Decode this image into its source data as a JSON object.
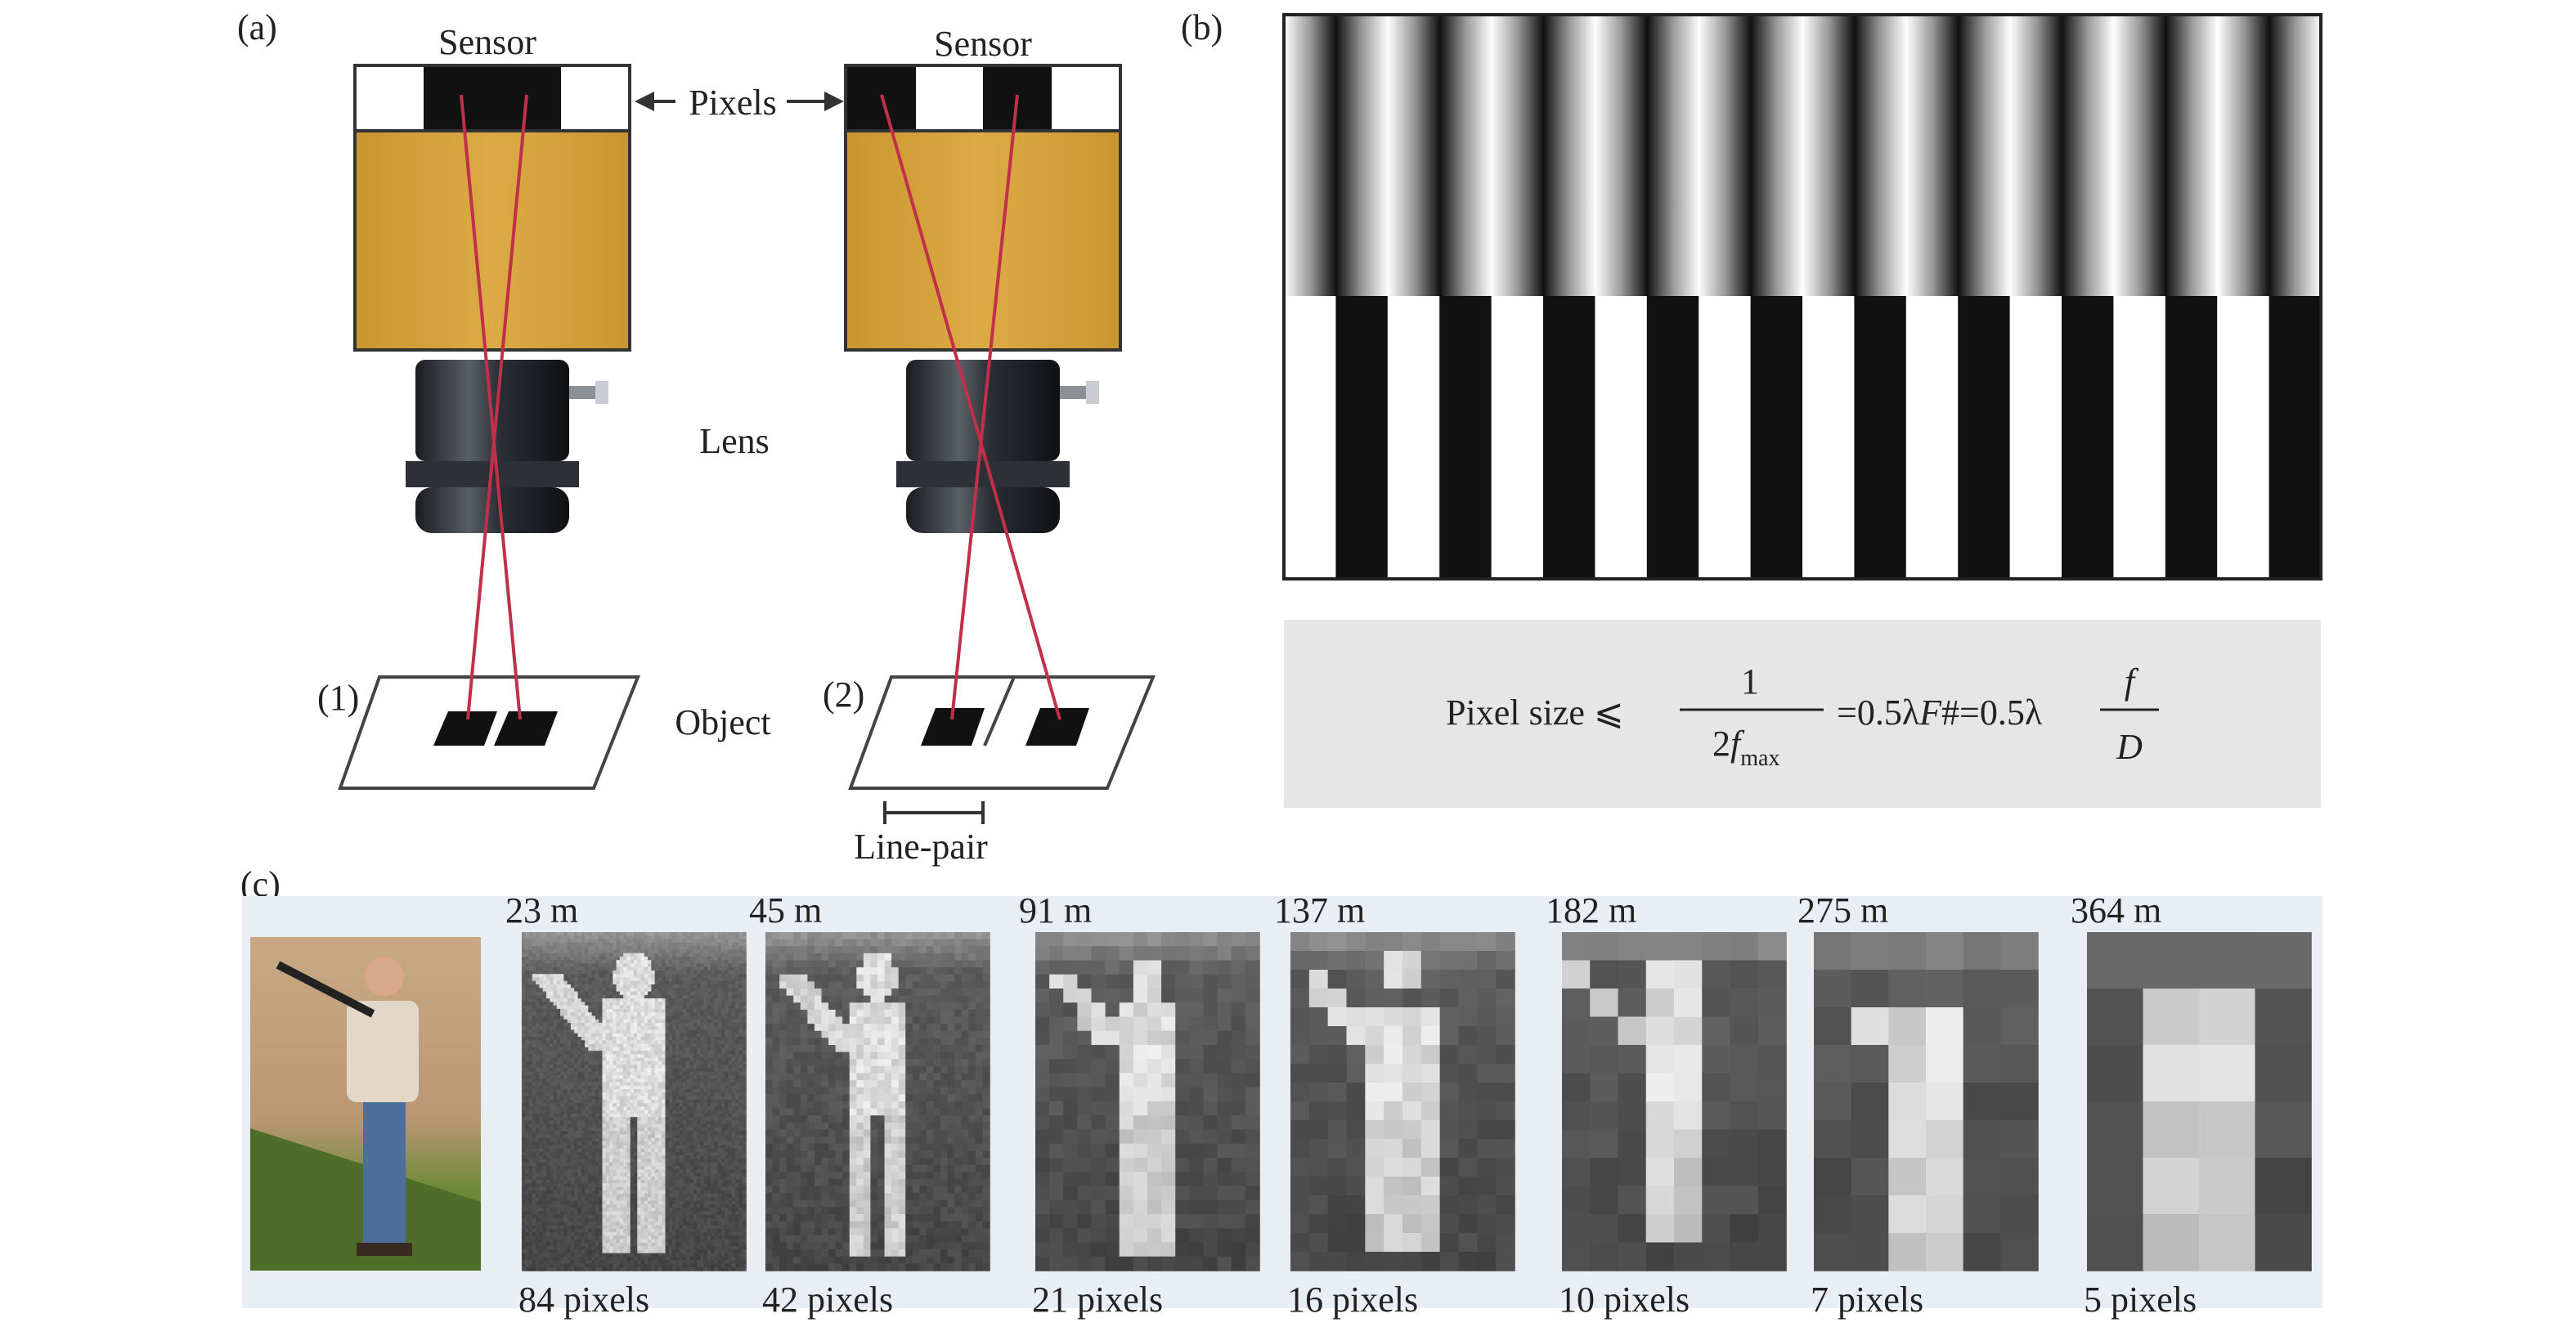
{
  "panel_a": {
    "label": "(a)",
    "sensor_left": "Sensor",
    "sensor_right": "Sensor",
    "pixels": "Pixels",
    "lens": "Lens",
    "object": "Object",
    "case1": "(1)",
    "case2": "(2)",
    "line_pair": "Line-pair",
    "colors": {
      "camera_body": "#d6a43e",
      "ray": "#c0304a",
      "pixel_dark": "#111111"
    }
  },
  "panel_b": {
    "label": "(b)",
    "stripe_count": 10,
    "formula": {
      "lhs": "Pixel size ⩽",
      "num": "1",
      "den_pre": "2",
      "den_f": "f",
      "den_sub": "max",
      "mid": "=0.5λ",
      "F": "F",
      "hash_eq": "#=0.5λ",
      "frac2_num": "f",
      "frac2_den": "D"
    },
    "colors": {
      "formula_bg": "#e6e6e6"
    }
  },
  "panel_c": {
    "label": "(c)",
    "items": [
      {
        "distance": "23 m",
        "pixels": "84 pixels",
        "grid": 64
      },
      {
        "distance": "45 m",
        "pixels": "42 pixels",
        "grid": 32
      },
      {
        "distance": "91 m",
        "pixels": "21 pixels",
        "grid": 16
      },
      {
        "distance": "137 m",
        "pixels": "16 pixels",
        "grid": 12
      },
      {
        "distance": "182 m",
        "pixels": "10 pixels",
        "grid": 8
      },
      {
        "distance": "275 m",
        "pixels": "7 pixels",
        "grid": 6
      },
      {
        "distance": "364 m",
        "pixels": "5 pixels",
        "grid": 4
      }
    ],
    "colors": {
      "band_bg": "#e9eef5"
    }
  }
}
